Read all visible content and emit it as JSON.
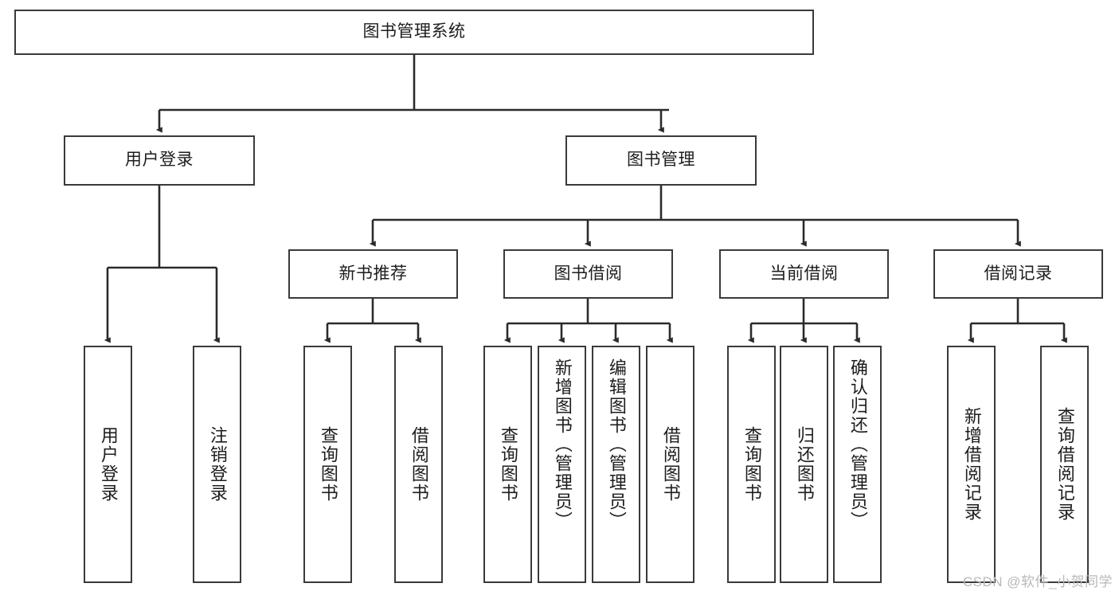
{
  "diagram": {
    "type": "tree",
    "title": "图书管理系统",
    "root": {
      "label": "图书管理系统"
    },
    "level2": [
      {
        "label": "用户登录"
      },
      {
        "label": "图书管理"
      }
    ],
    "level3": [
      {
        "label": "新书推荐"
      },
      {
        "label": "图书借阅"
      },
      {
        "label": "当前借阅"
      },
      {
        "label": "借阅记录"
      }
    ],
    "leaves": {
      "user_login": [
        {
          "label": "用户登录"
        },
        {
          "label": "注销登录"
        }
      ],
      "new_book": [
        {
          "label": "查询图书"
        },
        {
          "label": "借阅图书"
        }
      ],
      "book_borrow": [
        {
          "label": "查询图书"
        },
        {
          "label": "新增图书（管理员）"
        },
        {
          "label": "编辑图书（管理员）"
        },
        {
          "label": "借阅图书"
        }
      ],
      "current_borrow": [
        {
          "label": "查询图书"
        },
        {
          "label": "归还图书"
        },
        {
          "label": "确认归还（管理员）"
        }
      ],
      "borrow_record": [
        {
          "label": "新增借阅记录"
        },
        {
          "label": "查询借阅记录"
        }
      ]
    }
  },
  "watermark": {
    "text": "CSDN @软件_小贺同学"
  },
  "colors": {
    "box_border": "#3a3a3a",
    "connector": "#2b2b2b",
    "background": "#ffffff",
    "text": "#1d1d1d",
    "watermark": "#b9b9b9"
  }
}
